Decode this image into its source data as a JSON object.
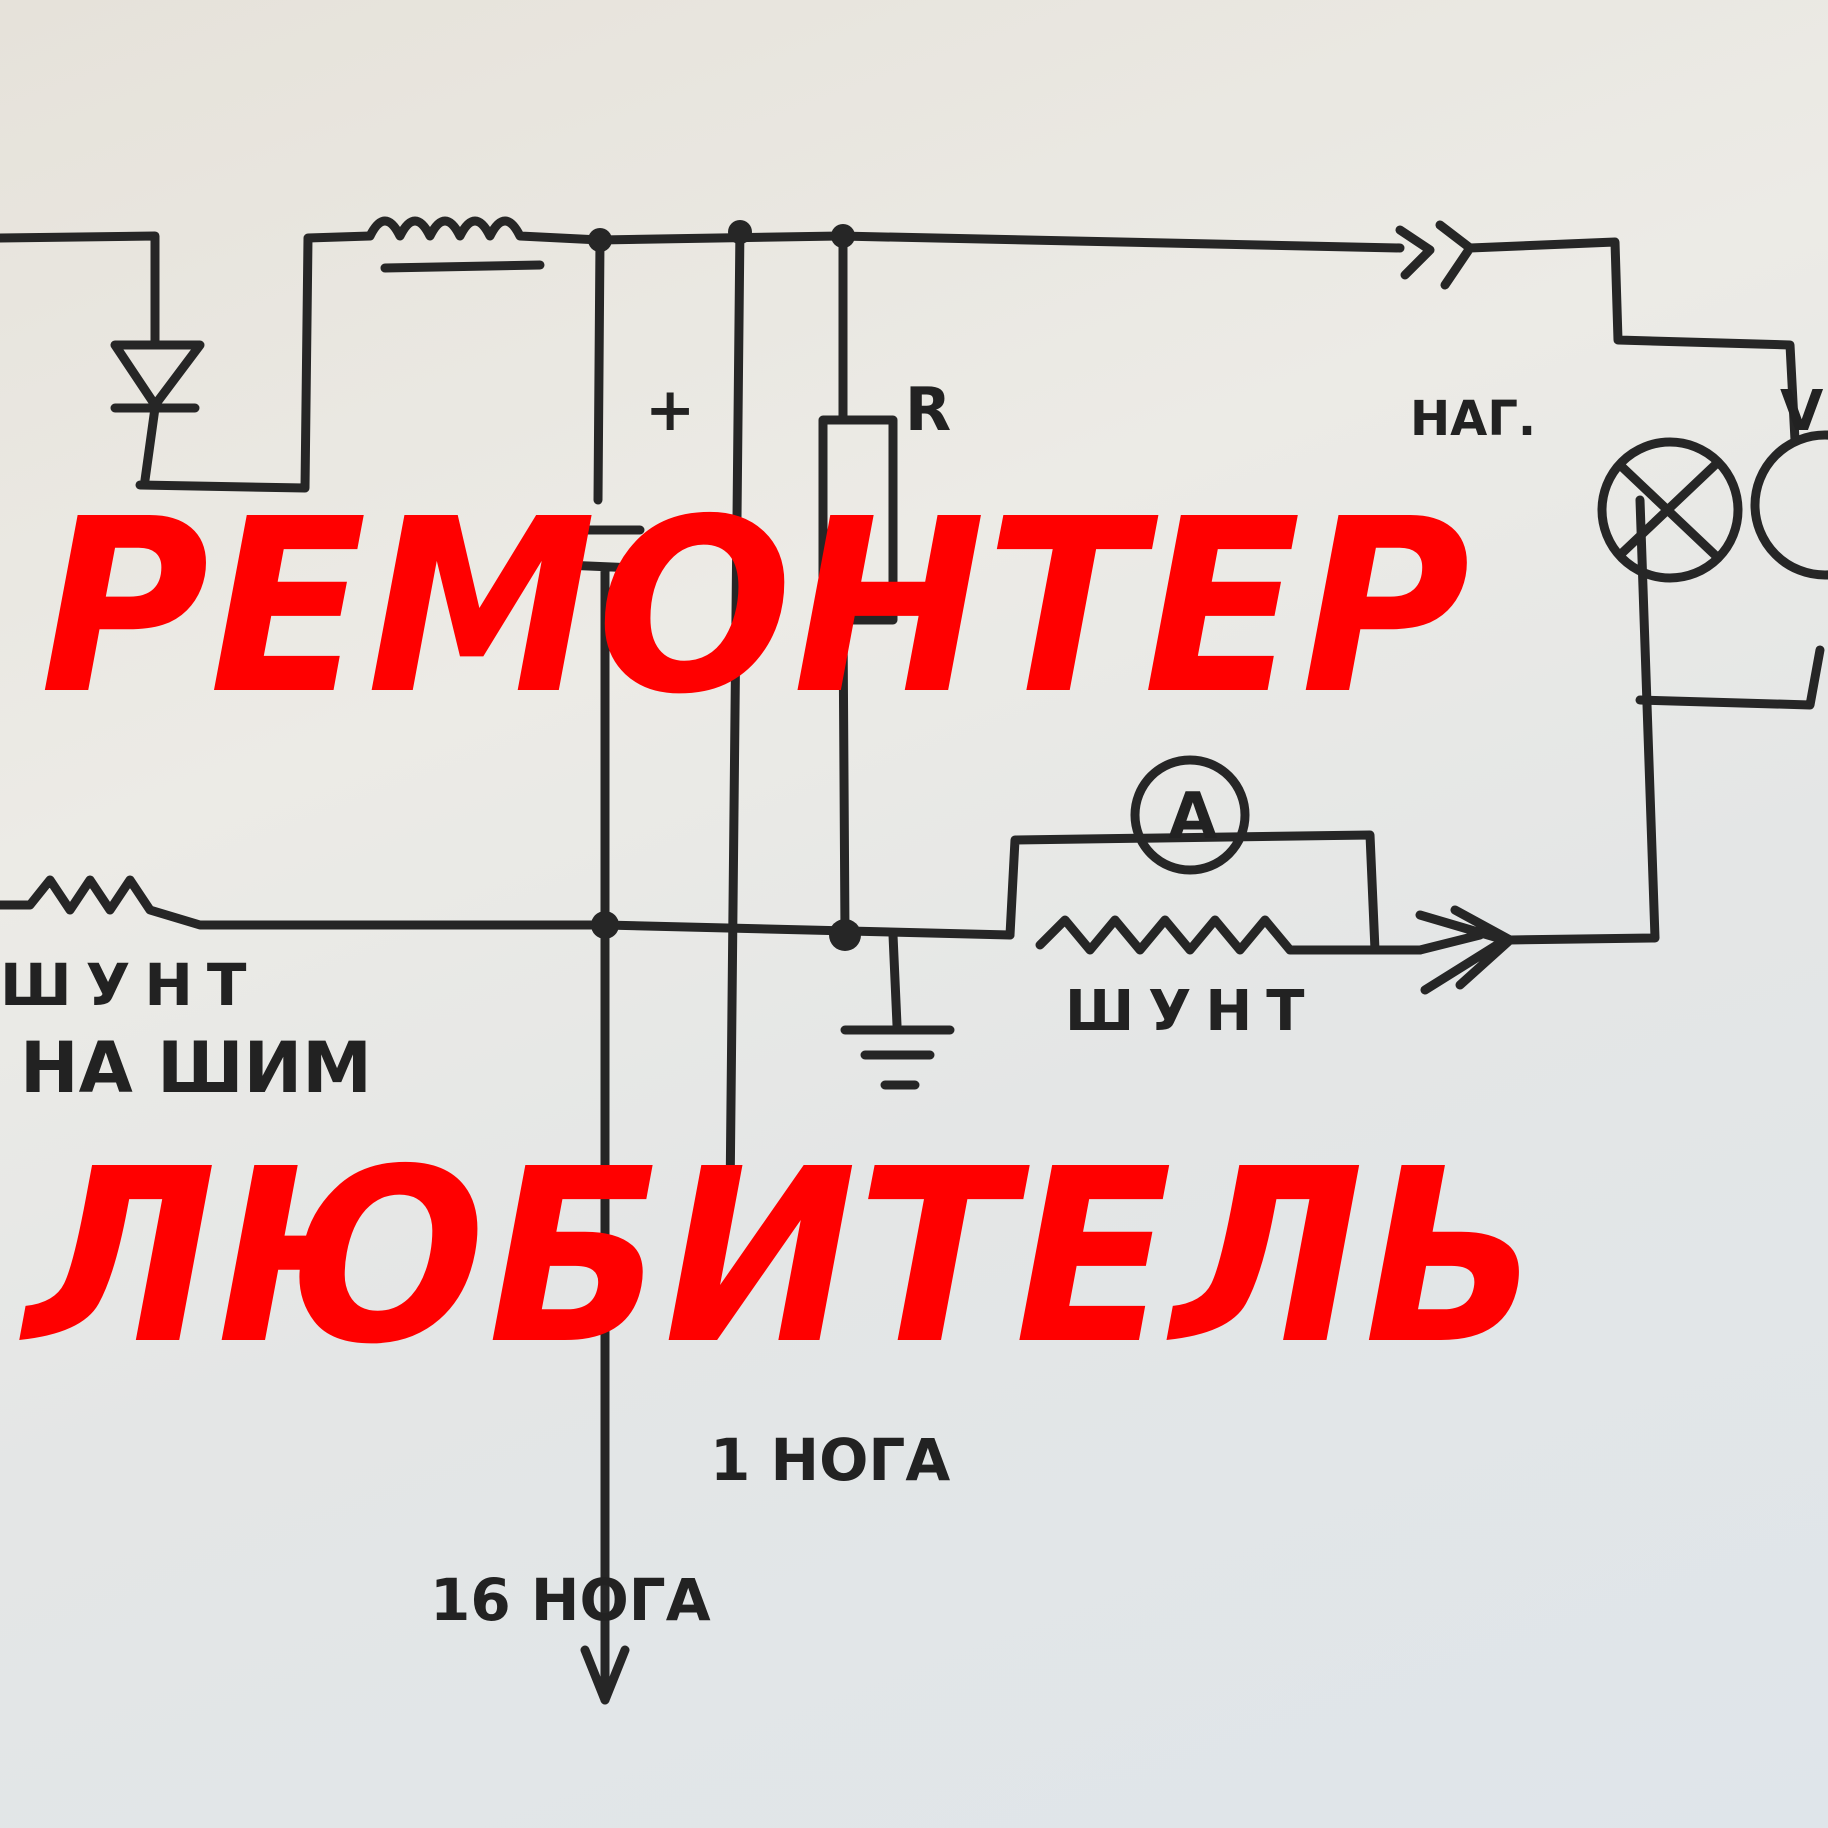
{
  "overlay": {
    "line1": "РЕМОНТЕР",
    "line2": "ЛЮБИТЕЛЬ",
    "color": "#ff0000"
  },
  "schematic": {
    "labels": {
      "shunt_left": "ШУНТ",
      "shunt_right": "ШУНТ",
      "load": "НАГ.",
      "resistor": "R",
      "ammeter": "A",
      "voltmeter": "V",
      "plus": "+",
      "pwm": "НА ШИМ",
      "pin1": "1 НОГА",
      "pin16": "16 НОГА"
    },
    "ink_color": "#262626"
  }
}
